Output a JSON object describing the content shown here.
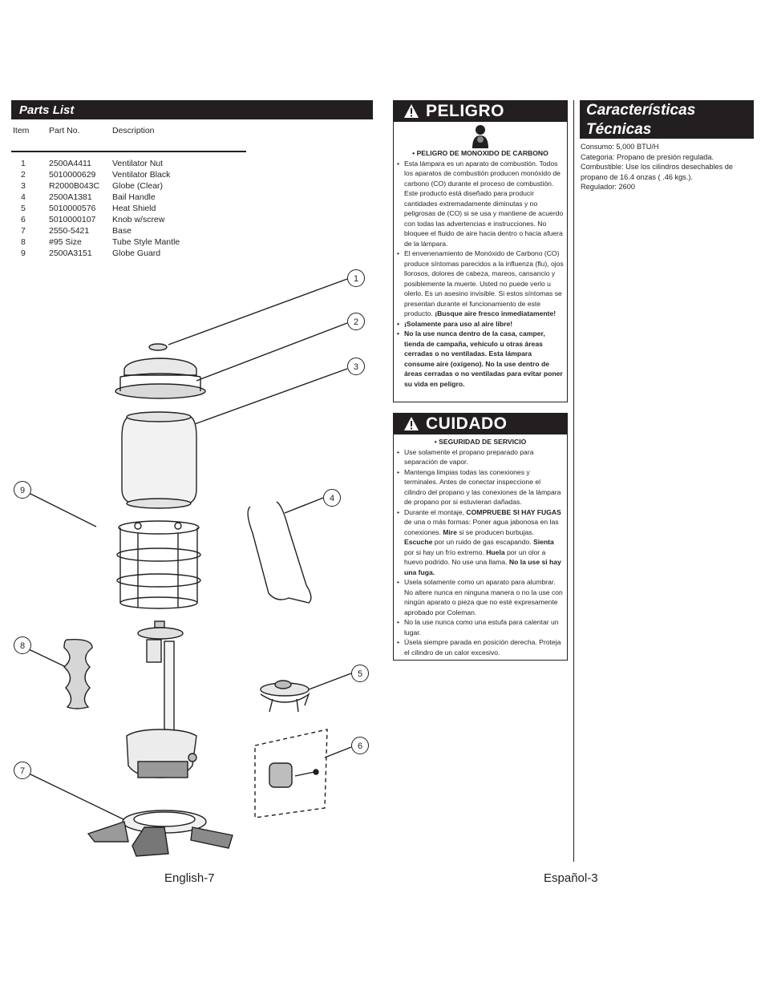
{
  "parts_list": {
    "title": "Parts List",
    "headers": {
      "item": "Item",
      "part_no": "Part No.",
      "description": "Description"
    },
    "rows": [
      {
        "item": "1",
        "part_no": "2500A4411",
        "description": "Ventilator Nut"
      },
      {
        "item": "2",
        "part_no": "5010000629",
        "description": "Ventilator Black"
      },
      {
        "item": "3",
        "part_no": "R2000B043C",
        "description": "Globe (Clear)"
      },
      {
        "item": "4",
        "part_no": "2500A1381",
        "description": "Bail Handle"
      },
      {
        "item": "5",
        "part_no": "5010000576",
        "description": "Heat Shield"
      },
      {
        "item": "6",
        "part_no": "5010000107",
        "description": "Knob w/screw"
      },
      {
        "item": "7",
        "part_no": "2550-5421",
        "description": "Base"
      },
      {
        "item": "8",
        "part_no": "#95 Size",
        "description": "Tube Style Mantle"
      },
      {
        "item": "9",
        "part_no": "2500A3151",
        "description": "Globe Guard"
      }
    ]
  },
  "callouts": [
    "1",
    "2",
    "3",
    "4",
    "5",
    "6",
    "7",
    "8",
    "9"
  ],
  "peligro": {
    "title": "PELIGRO",
    "subtitle": "• PELIGRO DE MONOXIDO DE CARBONO",
    "bullet1": "Esta lámpara es un aparato de combustión. Todos los aparatos de combustión producen monóxido de carbono (CO) durante el proceso de combustión. Este producto está diseñado para producir cantidades extremadamente diminutas y no peligrosas de (CO) si se usa y mantiene de acuerdo con todas las advertencias e instrucciones. No bloquee el fluido de aire hacia dentro o hacia afuera de la lámpara.",
    "bullet2_a": "El envenenamiento de Monóxido de Carbono (CO) produce síntomas parecidos a la influenza (flu), ojos llorosos, dolores de cabeza, mareos, cansancio y posiblemente la muerte. Usted no puede verlo u olerlo. Es un asesino invisible. Si estos síntomas se presentan durante el funcionamiento de este producto.",
    "bullet2_b": "¡Busque aire fresco inmediatamente!",
    "bullet3": "¡Solamente para uso al aire libre!",
    "bullet4": "No la use nunca dentro de la casa, camper, tienda de campaña, vehículo u otras áreas cerradas o no ventiladas. Esta lámpara consume aire (oxígeno). No la use dentro de áreas cerradas o no ventiladas para evitar poner su vida en peligro."
  },
  "cuidado": {
    "title": "CUIDADO",
    "subtitle": "• SEGURIDAD DE SERVICIO",
    "bullet1": "Use solamente el propano preparado para separación de vapor.",
    "bullet2": "Mantenga limpias todas las conexiones y terminales. Antes de conectar inspeccione el cilindro del propano y las conexiones de la lámpara de propano por si estuvieran dañadas.",
    "bullet3_a": "Durante el montaje,",
    "bullet3_b": "COMPRUEBE SI HAY FUGAS",
    "bullet3_c": "de una o más formas: Poner agua jabonosa en las conexiones.",
    "bullet3_d": "Mire",
    "bullet3_e": "si se producen burbujas.",
    "bullet3_f": "Escuche",
    "bullet3_g": "por un ruido de gas escapando.",
    "bullet3_h": "Sienta",
    "bullet3_i": "por si hay un frío extremo.",
    "bullet3_j": "Huela",
    "bullet3_k": "por un olor a huevo podrido. No use una llama.",
    "bullet3_l": "No la use si hay una fuga.",
    "bullet4": "Usela solamente como un aparato para alumbrar. No altere nunca en ninguna manera o no la use con ningún aparato o pieza que no esté expresamente aprobado por Coleman.",
    "bullet5": "No la use nunca como una estufa para calentar un lugar.",
    "bullet6": "Úsela siempre parada en posición derecha. Proteja el cilindro de un calor excesivo."
  },
  "caracteristicas": {
    "title_line1": "Características",
    "title_line2": "Técnicas",
    "consumo": "Consumo: 5,000 BTU/H",
    "categoria": "Categoria:  Propano de presión regulada.",
    "combustible": "Combustible: Use los cilindros desechables de propano de 16.4 onzas ( .46 kgs.).",
    "regulador": "Regulador: 2600"
  },
  "footer": {
    "left": "English-7",
    "right": "Español-3"
  },
  "colors": {
    "ink": "#231f20",
    "paper": "#ffffff"
  }
}
